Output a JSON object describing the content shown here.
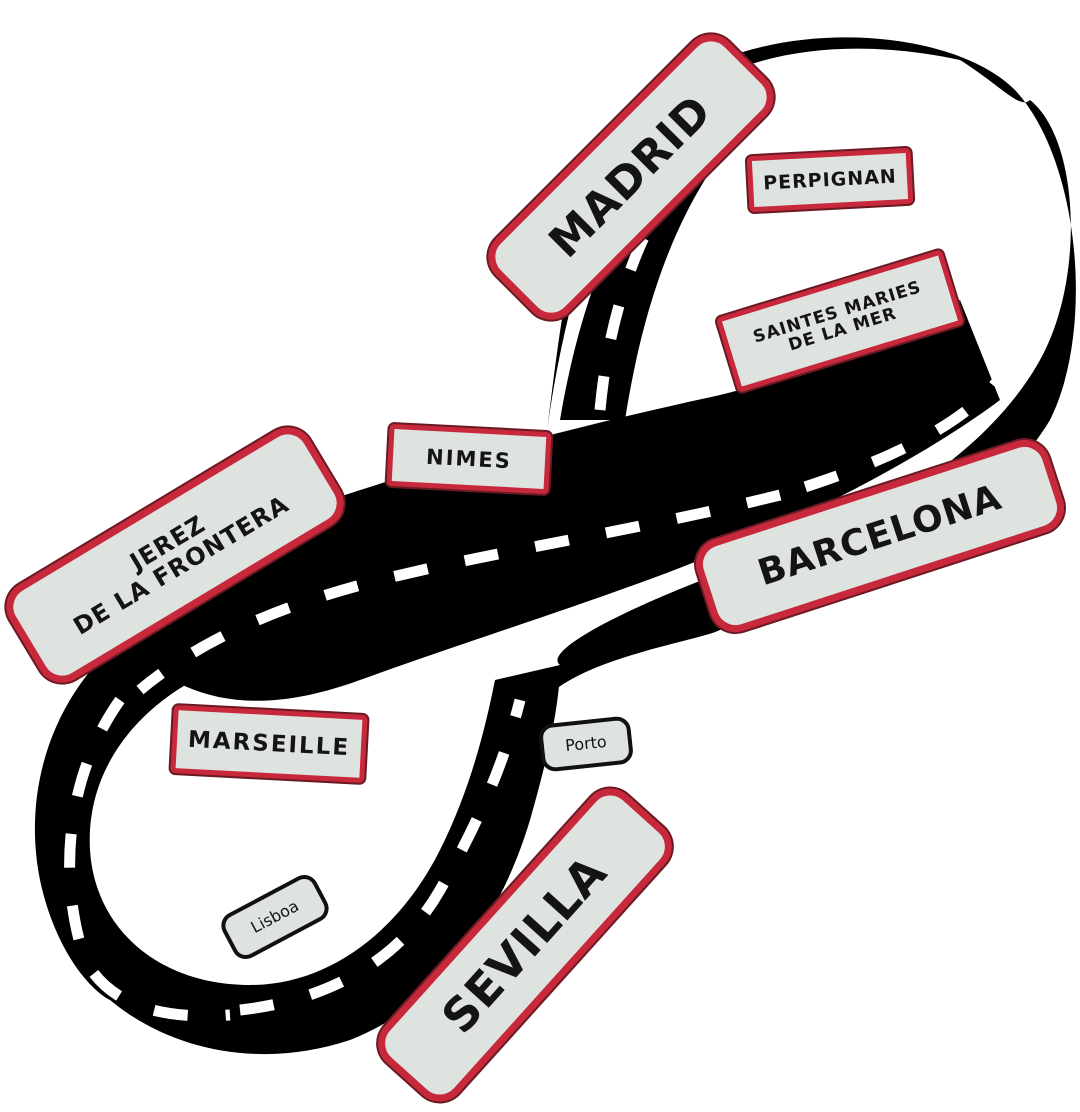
{
  "colors": {
    "road": "#000000",
    "lane_mark": "#ffffff",
    "sign_fill": "#dfe3e0",
    "sign_border": "#c8283b",
    "sign_text": "#141414"
  },
  "signs": {
    "madrid": "MADRID",
    "perpignan": "PERPIGNAN",
    "saintes_line1": "SAINTES MARIES",
    "saintes_line2": "DE LA MER",
    "nimes": "NIMES",
    "jerez_line1": "JEREZ",
    "jerez_line2": "DE LA FRONTERA",
    "barcelona": "BARCELONA",
    "marseille": "MARSEILLE",
    "porto": "Porto",
    "lisboa": "Lisboa",
    "sevilla": "SEVILLA"
  }
}
